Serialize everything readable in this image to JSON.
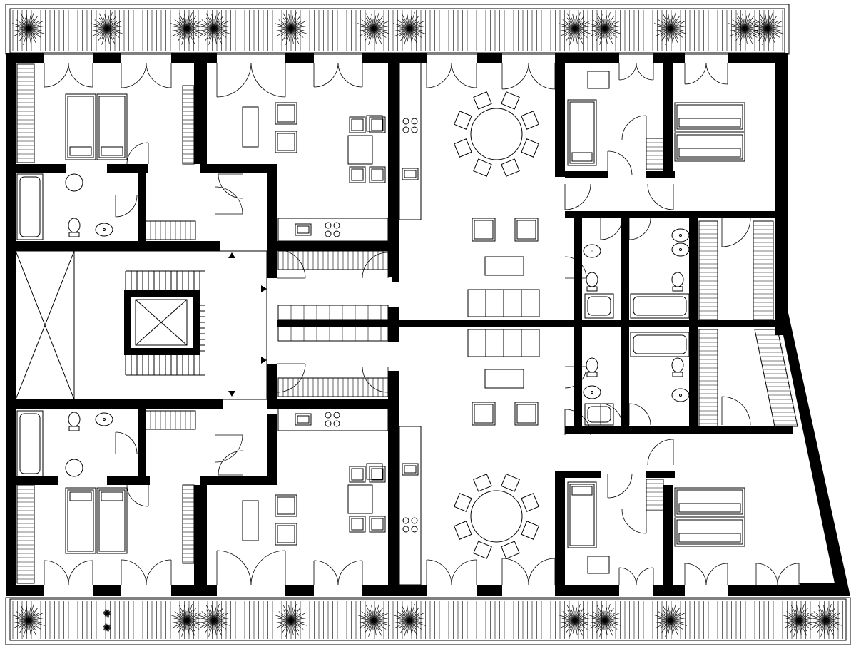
{
  "drawing": {
    "type": "architectural floor plan",
    "text_labels": [],
    "fill_color": "#000000",
    "background_color": "#ffffff"
  },
  "terraces": [
    {
      "side": "top",
      "plant_count": 11
    },
    {
      "side": "bottom",
      "plant_count": 11
    }
  ],
  "units": [
    {
      "position": "upper-left",
      "bedrooms": 1,
      "bathrooms": 1
    },
    {
      "position": "lower-left",
      "bedrooms": 1,
      "bathrooms": 1
    },
    {
      "position": "upper-right",
      "bedrooms": 2,
      "bathrooms": 2
    },
    {
      "position": "lower-right",
      "bedrooms": 2,
      "bathrooms": 2
    }
  ],
  "core": {
    "elevator": 1,
    "stairs": 1,
    "shafts": 1
  }
}
